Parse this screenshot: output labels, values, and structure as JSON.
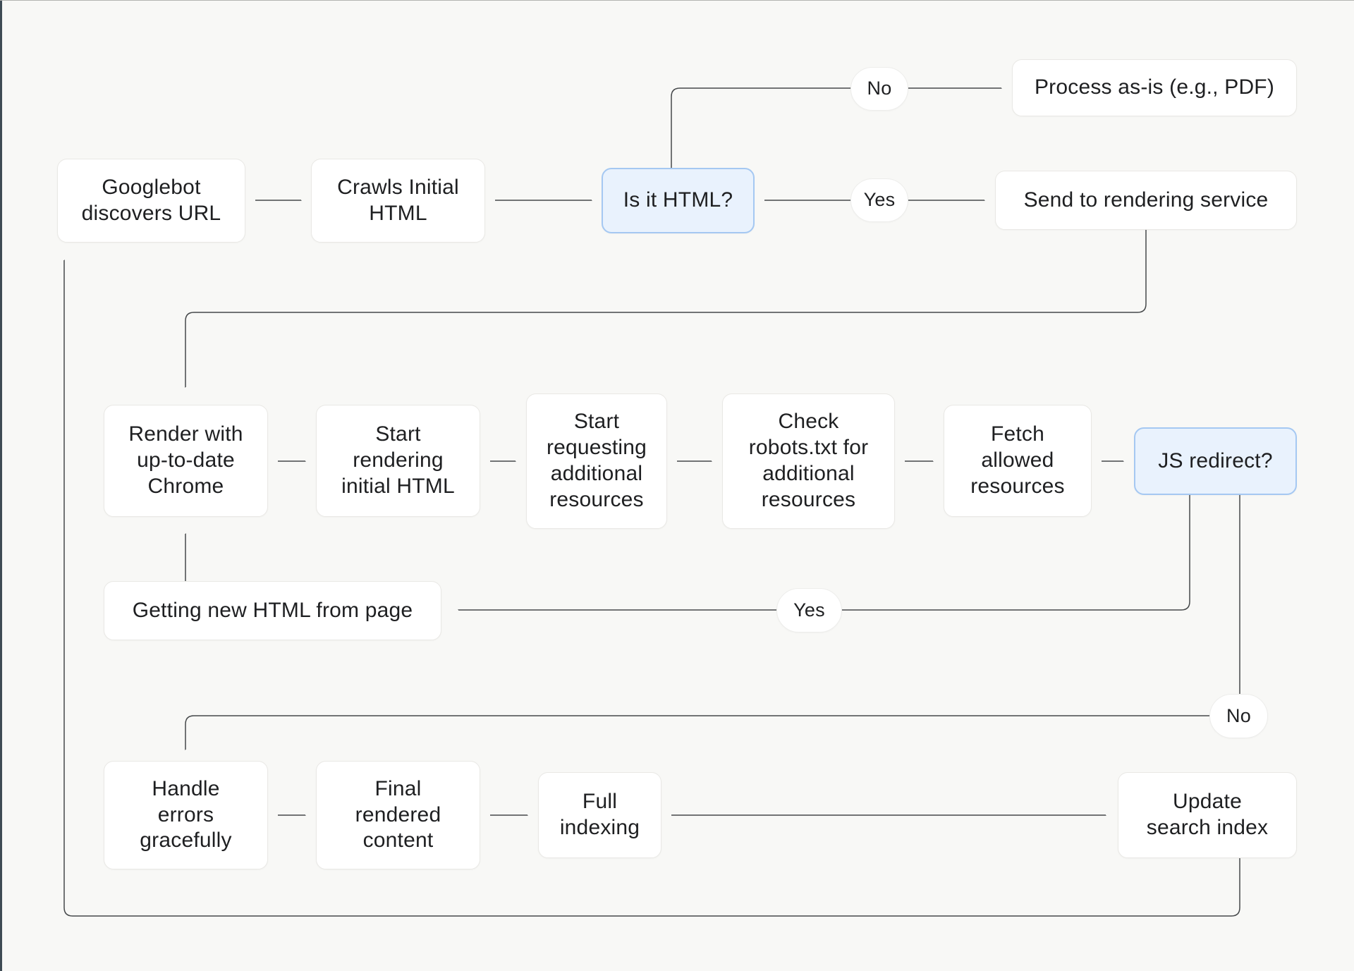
{
  "diagram": {
    "nodes": {
      "googlebot": {
        "label": "Googlebot\ndiscovers URL"
      },
      "crawls": {
        "label": "Crawls Initial\nHTML"
      },
      "is_it_html": {
        "label": "Is it HTML?"
      },
      "no_top": {
        "label": "No"
      },
      "process_asis": {
        "label": "Process as-is (e.g., PDF)"
      },
      "yes_top": {
        "label": "Yes"
      },
      "send_rendering": {
        "label": "Send to rendering service"
      },
      "render_chrome": {
        "label": "Render with\nup-to-date\nChrome"
      },
      "start_rendering": {
        "label": "Start\nrendering\ninitial HTML"
      },
      "start_requesting": {
        "label": "Start\nrequesting\nadditional\nresources"
      },
      "check_robots": {
        "label": "Check\nrobots.txt for\nadditional\nresources"
      },
      "fetch_allowed": {
        "label": "Fetch\nallowed\nresources"
      },
      "js_redirect": {
        "label": "JS redirect?"
      },
      "getting_new_html": {
        "label": "Getting new HTML from page"
      },
      "yes_mid": {
        "label": "Yes"
      },
      "no_right": {
        "label": "No"
      },
      "handle_errors": {
        "label": "Handle\nerrors\ngracefully"
      },
      "final_rendered": {
        "label": "Final\nrendered\ncontent"
      },
      "full_indexing": {
        "label": "Full\nindexing"
      },
      "update_index": {
        "label": "Update\nsearch index"
      }
    },
    "edges": [
      {
        "from": "googlebot",
        "to": "crawls",
        "label": ""
      },
      {
        "from": "crawls",
        "to": "is_it_html",
        "label": ""
      },
      {
        "from": "is_it_html",
        "to": "process_asis",
        "label": "No"
      },
      {
        "from": "is_it_html",
        "to": "send_rendering",
        "label": "Yes"
      },
      {
        "from": "send_rendering",
        "to": "render_chrome",
        "label": ""
      },
      {
        "from": "render_chrome",
        "to": "start_rendering",
        "label": ""
      },
      {
        "from": "start_rendering",
        "to": "start_requesting",
        "label": ""
      },
      {
        "from": "start_requesting",
        "to": "check_robots",
        "label": ""
      },
      {
        "from": "check_robots",
        "to": "fetch_allowed",
        "label": ""
      },
      {
        "from": "fetch_allowed",
        "to": "js_redirect",
        "label": ""
      },
      {
        "from": "js_redirect",
        "to": "getting_new_html",
        "label": "Yes"
      },
      {
        "from": "getting_new_html",
        "to": "render_chrome",
        "label": ""
      },
      {
        "from": "js_redirect",
        "to": "handle_errors",
        "label": "No"
      },
      {
        "from": "handle_errors",
        "to": "final_rendered",
        "label": ""
      },
      {
        "from": "final_rendered",
        "to": "full_indexing",
        "label": ""
      },
      {
        "from": "full_indexing",
        "to": "update_index",
        "label": ""
      },
      {
        "from": "update_index",
        "to": "googlebot",
        "label": ""
      }
    ],
    "colors": {
      "background": "#f8f8f6",
      "node_background": "#ffffff",
      "node_border": "#e9e8e5",
      "decision_background": "#e9f2fd",
      "decision_border": "#a5c8f2",
      "connector": "#45484a",
      "text": "#1e1f21",
      "left_edge_strip": "#3e4b54"
    }
  }
}
